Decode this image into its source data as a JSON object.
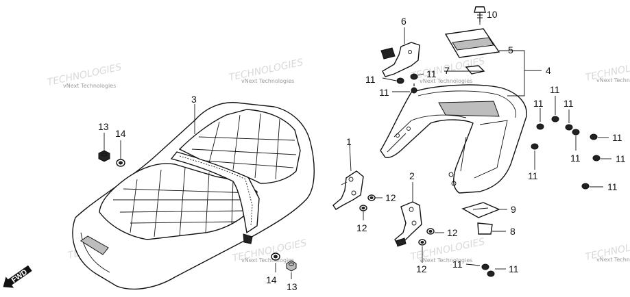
{
  "labels": {
    "p1": "1",
    "p2": "2",
    "p3": "3",
    "p4": "4",
    "p5": "5",
    "p6": "6",
    "p7": "7",
    "p8": "8",
    "p9": "9",
    "p10": "10",
    "p11": "11",
    "p12": "12",
    "p13": "13",
    "p14": "14"
  },
  "direction": "FWD",
  "watermark": "vNext Technologies",
  "watermark_logo": "TECHNOLOGIES"
}
